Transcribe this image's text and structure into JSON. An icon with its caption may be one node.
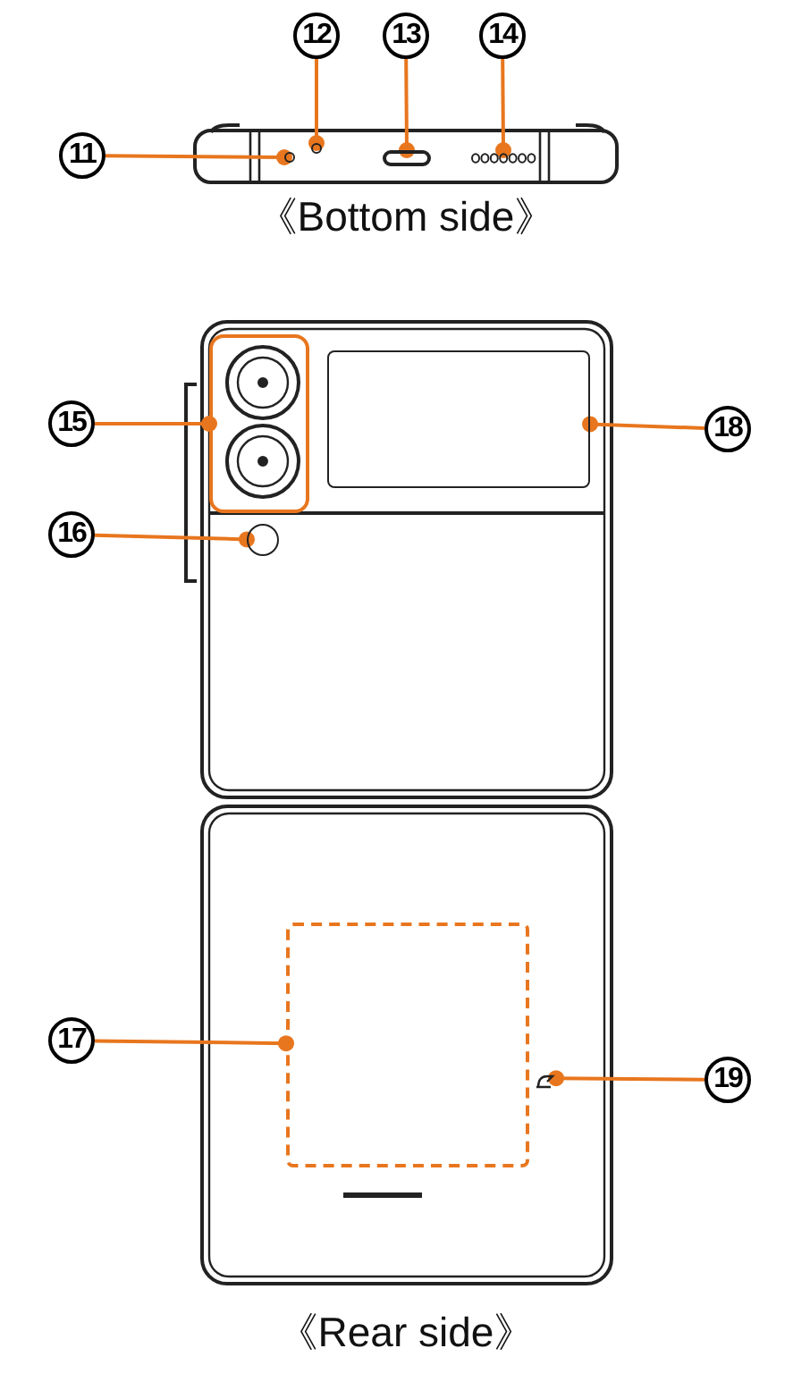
{
  "diagram": {
    "nodes": [
      {
        "text": [
          "12"
        ]
      },
      {
        "text": [
          "13"
        ]
      },
      {
        "text": [
          "14"
        ]
      },
      {
        "text": [
          "11"
        ]
      },
      {
        "text": [],
        "shape": "circle"
      },
      {
        "text": [],
        "shape": "circle"
      },
      {
        "text": [],
        "shape": "box"
      },
      {
        "text": [],
        "shape": "box"
      },
      {
        "text": [
          "15"
        ]
      },
      {
        "text": [],
        "shape": "box"
      },
      {
        "text": [],
        "shape": "box"
      },
      {
        "text": [
          "18"
        ]
      },
      {
        "text": [
          "16"
        ]
      },
      {
        "text": [],
        "shape": "circle"
      },
      {
        "text": [
          "17"
        ]
      },
      {
        "text": [],
        "shape": "box"
      },
      {
        "text": [],
        "shape": "box"
      },
      {
        "text": [
          "19"
        ]
      }
    ],
    "edges": [
      {
        "from": 3,
        "to": 4,
        "arrow": "other"
      },
      {
        "from": 0,
        "to": 5,
        "arrow": "other"
      },
      {
        "from": 1,
        "to": 6,
        "arrow": "other"
      },
      {
        "from": 2,
        "to": 7,
        "arrow": "other"
      },
      {
        "from": 8,
        "to": 9,
        "arrow": "other"
      },
      {
        "from": 11,
        "to": 10,
        "arrow": "other"
      },
      {
        "from": 12,
        "to": 13,
        "arrow": "other"
      },
      {
        "from": 14,
        "to": 15,
        "arrow": "other"
      },
      {
        "from": 17,
        "to": 16,
        "arrow": "other"
      }
    ],
    "labels": [
      "《Bottom side》",
      "《Rear side》"
    ]
  }
}
